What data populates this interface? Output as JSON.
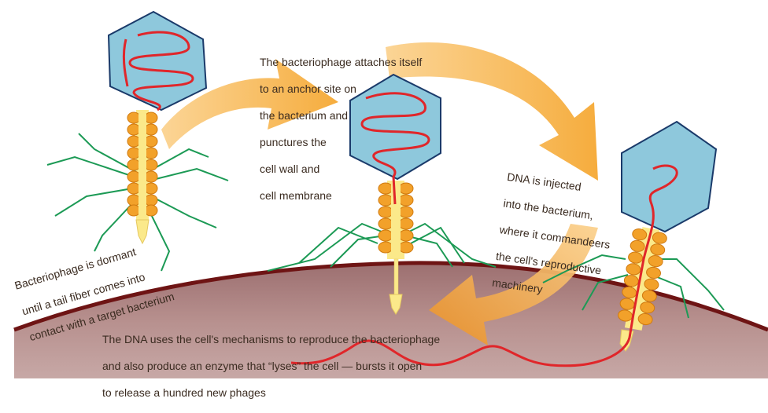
{
  "labels": {
    "attach": [
      "The bacteriophage attaches itself",
      "to an anchor site on",
      "the bacterium and",
      "punctures the",
      "cell wall and",
      "cell membrane"
    ],
    "dna_injected": [
      "DNA is injected",
      "into the bacterium,",
      "where it commandeers",
      "the cell's reproductive",
      "machinery"
    ],
    "dormant": [
      "Bacteriophage is dormant",
      "until a tail fiber comes into",
      "contact with a target bacterium"
    ],
    "reproduce": [
      "The DNA uses the cell's mechanisms to reproduce the bacteriophage",
      "and also produce an enzyme that “lyses” the cell — bursts it open",
      "to release a hundred new phages"
    ]
  },
  "colors": {
    "background": "#ffffff",
    "cell_fill": "#b58a88",
    "cell_edge": "#7a1a1a",
    "phage_head_fill": "#8ec8dc",
    "phage_head_edge": "#1a3a6a",
    "dna": "#e0262a",
    "tail_orange": "#f2a12a",
    "tail_core": "#fbe98a",
    "tail_fiber": "#1c9a55",
    "arrow": "#f5b042",
    "text": "#3a2b20"
  },
  "icons": [
    "phage-1",
    "phage-2",
    "phage-3",
    "process-arrow",
    "bacterium-cell"
  ]
}
